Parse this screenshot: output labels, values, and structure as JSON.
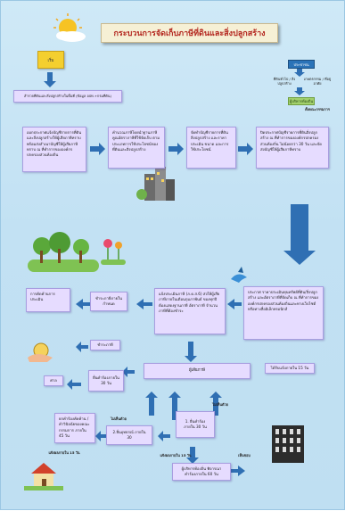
{
  "title": "กระบวนการจัดเก็บภาษีที่ดินและสิ่งปลูกสร้าง",
  "start": "เริ่ม",
  "declare_banner": "สำรวจที่ดินและสิ่งปลูกสร้างในพื้นที่ (ข้อมูล อปท.+กรมที่ดิน)",
  "boxes": {
    "b1": "ออกประกาศแจ้งบัญชีรายการที่ดินและสิ่งปลูกสร้างให้ผู้เสียภาษีทราบ พร้อมส่งสำเนาบัญชีให้ผู้เสียภาษีทราบ ณ ที่ทำการขององค์กรปกครองส่วนท้องถิ่น",
    "b2": "คำนวณภาษีโดยนำฐานภาษีคูณอัตราภาษีที่ใช้จัดเก็บ ตามประเภทการใช้ประโยชน์ของที่ดินและสิ่งปลูกสร้าง",
    "b3": "จัดทำบัญชีรายการที่ดินสิ่งปลูกสร้าง และราคาประเมิน ขนาด และการใช้ประโยชน์",
    "b4": "ปิดประกาศบัญชีรายการที่ดินสิ่งปลูกสร้าง ณ ที่ทำการขององค์กรปกครองส่วนท้องถิ่น ไม่น้อยกว่า 30 วัน และจัดส่งบัญชีให้ผู้เสียภาษีทราบ",
    "b5": "แจ้งประเมินภาษี (ภ.ด.ส.6) ส่งให้ผู้เสียภาษีภายในเดือนกุมภาพันธ์ ของทุกปี ต้องแสดงฐานภาษี อัตราภาษี จำนวนภาษีที่ต้องชำระ",
    "b6": "ประกาศ ราคาประเมินทุนทรัพย์ที่ดิน/สิ่งปลูกสร้าง และอัตราภาษีที่จัดเก็บ ณ ที่ทำการขององค์กรปกครองส่วนท้องถิ่นและทางเว็บไซต์ หรือทางสื่ออิเล็กทรอนิกส์",
    "b7": "การคัดค้านการประเมิน",
    "b8": "ชำระภาษีภายในกำหนด",
    "b9": "ผู้เสียภาษี",
    "b10": "ยื่นคำร้องภายใน 30 วัน",
    "b11": "ยกคำร้องคัดค้าน / คำวินิจฉัยของคณะกรรมการ ภายใน 45 วัน",
    "b12": "1. ยื่นคำร้อง ภายใน 30 วัน",
    "b13": "2.ยื่นอุทธรณ์ ภายใน 30",
    "b14": "ผู้บริหารท้องถิ่น พิจารณาคำร้องภายใน 60 วัน"
  },
  "labels": {
    "r1": "ชำระภาษี",
    "left_small": "ศาล",
    "accept": "ไม่เห็นด้วย",
    "decide": "แจ้งผลภายใน 15 วัน",
    "side_note": "ได้รับแจ้งภายใน 15 วัน",
    "agree": "เห็นชอบ",
    "disagree": "ไม่เห็นด้วย",
    "bottom_left": "แจ้งผลภายใน 15 วัน"
  },
  "legend": {
    "chip1": "ประชาชน",
    "left_col": "ที่ดินทั่วไป / สิ่งปลูกสร้าง",
    "right_col": "เกษตรกรรม / ที่อยู่อาศัย",
    "chip2": "ผู้บริหารท้องถิ่น",
    "tail": "ตั้งคณะกรรมการ"
  },
  "colors": {
    "arrow": "#2f6fb3",
    "box_fill": "#e6dcff",
    "title_text": "#b3261e",
    "start_fill": "#f4cf2f"
  }
}
